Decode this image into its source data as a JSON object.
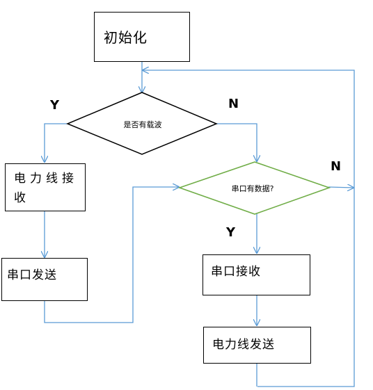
{
  "nodes": {
    "init": "初始化",
    "carrier_check": "是否有载波",
    "power_line_receive": "电力线接收",
    "serial_send": "串口发送",
    "serial_data_check": "串口有数据?",
    "serial_receive": "串口接收",
    "power_line_send": "电力线发送"
  },
  "branch_labels": {
    "carrier_yes": "Y",
    "carrier_no": "N",
    "serial_yes": "Y",
    "serial_no": "N"
  },
  "colors": {
    "connector": "#5b9bd5",
    "decision2_border": "#70ad47",
    "box_border": "#000000"
  }
}
